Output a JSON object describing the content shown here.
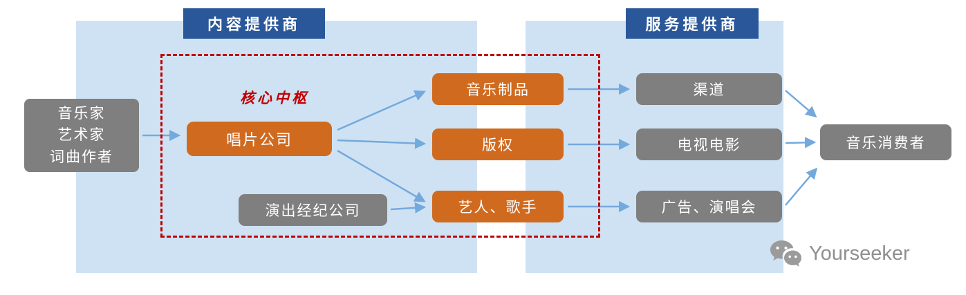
{
  "badges": {
    "content_provider": "内容提供商",
    "service_provider": "服务提供商"
  },
  "labels": {
    "core_hub": "核心中枢"
  },
  "nodes": {
    "creators": {
      "lines": [
        "音乐家",
        "艺术家",
        "词曲作者"
      ]
    },
    "record_company": "唱片公司",
    "performance_agency": "演出经纪公司",
    "music_products": "音乐制品",
    "copyright": "版权",
    "artists_singers": "艺人、歌手",
    "channels": "渠道",
    "tv_film": "电视电影",
    "ads_concerts": "广告、演唱会",
    "music_consumers": "音乐消费者"
  },
  "edges": [
    {
      "from": "creators",
      "to": "record_company"
    },
    {
      "from": "record_company",
      "to": "music_products"
    },
    {
      "from": "record_company",
      "to": "copyright"
    },
    {
      "from": "record_company",
      "to": "artists_singers"
    },
    {
      "from": "performance_agency",
      "to": "artists_singers"
    },
    {
      "from": "music_products",
      "to": "channels"
    },
    {
      "from": "copyright",
      "to": "tv_film"
    },
    {
      "from": "artists_singers",
      "to": "ads_concerts"
    },
    {
      "from": "channels",
      "to": "music_consumers"
    },
    {
      "from": "tv_film",
      "to": "music_consumers"
    },
    {
      "from": "ads_concerts",
      "to": "music_consumers"
    }
  ],
  "watermark": {
    "brand": "Yourseeker"
  },
  "colors": {
    "panel_blue": "#cfe2f3",
    "badge_blue": "#2a5799",
    "node_orange": "#d06a1f",
    "node_gray": "#7f7f7f",
    "frame_red": "#c00000",
    "arrow_blue": "#74a9dd",
    "watermark_gray": "#8f8f8f"
  }
}
